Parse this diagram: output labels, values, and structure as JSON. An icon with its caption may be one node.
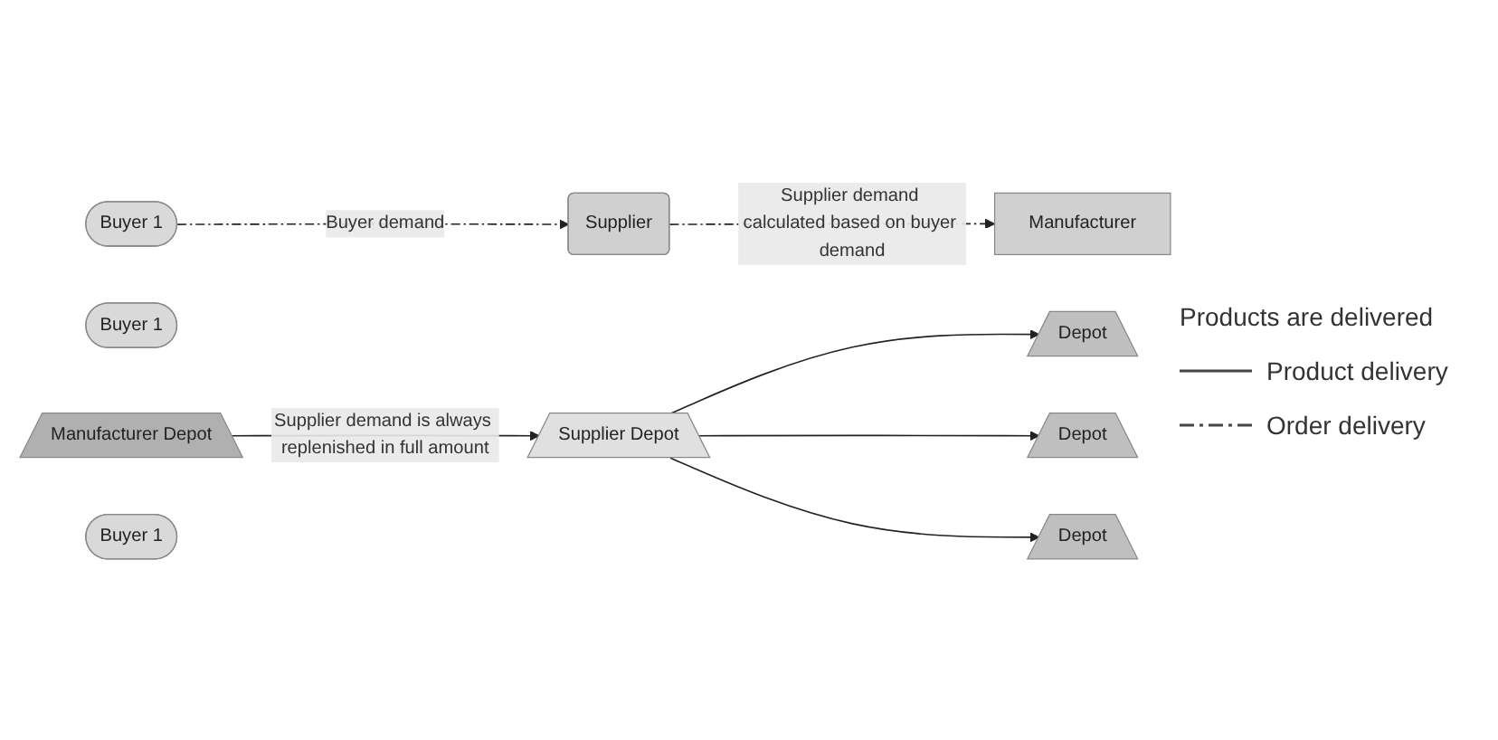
{
  "diagram": {
    "nodes": [
      {
        "text": [
          "Buyer 1"
        ]
      },
      {
        "text": [
          "Depot"
        ]
      },
      {
        "text": [
          "Buyer 1"
        ]
      },
      {
        "text": [
          "Depot"
        ]
      },
      {
        "text": [
          "Supplier"
        ]
      },
      {
        "text": [
          "Manufacturer"
        ]
      },
      {
        "text": [
          "Supplier Depot"
        ]
      },
      {
        "text": [
          "Manufacturer Depot"
        ]
      },
      {
        "text": [
          "Buyer 1"
        ]
      },
      {
        "text": [
          "Depot"
        ]
      }
    ],
    "edges": [
      {
        "from": 0,
        "to": 4,
        "arrow": "to",
        "label": "Buyer demand",
        "style": "dashed"
      },
      {
        "from": 4,
        "to": 5,
        "arrow": "to",
        "label": "Supplier demand calculated based on buyer demand",
        "style": "dashed"
      },
      {
        "from": 7,
        "to": 6,
        "arrow": "to",
        "label": "Supplier demand is always replenished in full amount"
      },
      {
        "from": 6,
        "to": 1,
        "arrow": "to"
      },
      {
        "from": 6,
        "to": 3,
        "arrow": "to"
      },
      {
        "from": 6,
        "to": 9,
        "arrow": "to"
      }
    ],
    "labels": [
      "Products are delivered"
    ],
    "legend": [
      {
        "text": "Product delivery"
      },
      {
        "text": "Order delivery"
      }
    ]
  }
}
